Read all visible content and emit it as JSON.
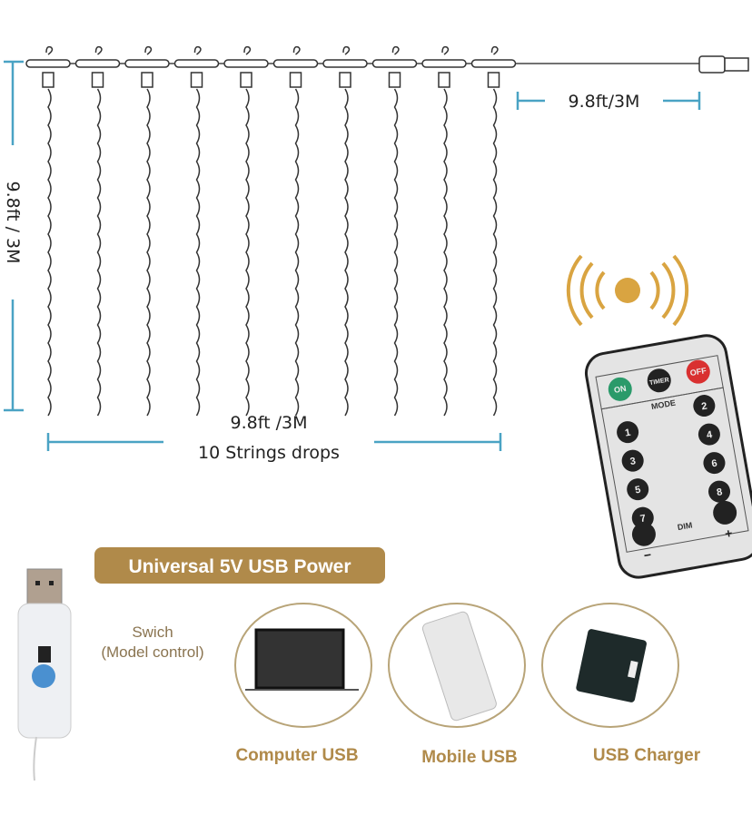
{
  "dimensions": {
    "cable_length": "9.8ft/3M",
    "height": "9.8ft / 3M",
    "width": "9.8ft /3M",
    "strings": "10 Strings drops"
  },
  "power": {
    "banner": "Universal 5V USB Power",
    "switch_label_1": "Swich",
    "switch_label_2": "(Model control)",
    "sources": [
      "Computer USB",
      "Mobile USB",
      "USB Charger"
    ]
  },
  "remote": {
    "on": "ON",
    "timer": "TIMER",
    "off": "OFF",
    "mode": "MODE",
    "dim": "DIM",
    "minus": "−",
    "plus": "+",
    "numbers": [
      "1",
      "2",
      "3",
      "4",
      "5",
      "6",
      "7",
      "8"
    ]
  },
  "colors": {
    "dimension_line": "#4aa3c4",
    "gold": "#b08a4a",
    "signal": "#d9a441"
  },
  "string_count": 10
}
